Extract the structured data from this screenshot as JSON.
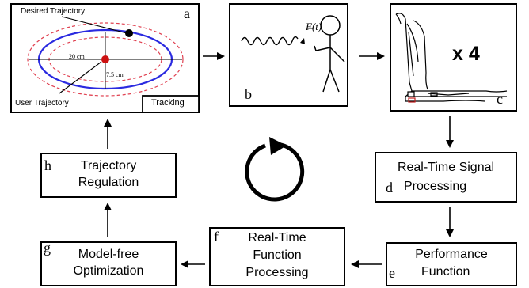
{
  "panel_a": {
    "letter": "a",
    "desired_label": "Desired Trajectory",
    "user_label": "User Trajectory",
    "width_label": "20 cm",
    "height_label": "7.5 cm",
    "tracking_label": "Tracking"
  },
  "panel_b": {
    "letter": "b",
    "force_label": "F(t)"
  },
  "panel_c": {
    "letter": "c",
    "count_label": "x 4"
  },
  "panel_d": {
    "letter": "d",
    "line1": "Real-Time Signal",
    "line2": "Processing"
  },
  "panel_e": {
    "letter": "e",
    "line1": "Performance",
    "line2": "Function"
  },
  "panel_f": {
    "letter": "f",
    "line1": "Real-Time",
    "line2": "Function",
    "line3": "Processing"
  },
  "panel_g": {
    "letter": "g",
    "line1": "Model-free",
    "line2": "Optimization"
  },
  "panel_h": {
    "letter": "h",
    "line1": "Trajectory",
    "line2": "Regulation"
  },
  "colors": {
    "trajectory_blue": "#2a2ae0",
    "bound_red": "#e04050",
    "center_red": "#cc1111",
    "stroke": "#000000"
  }
}
